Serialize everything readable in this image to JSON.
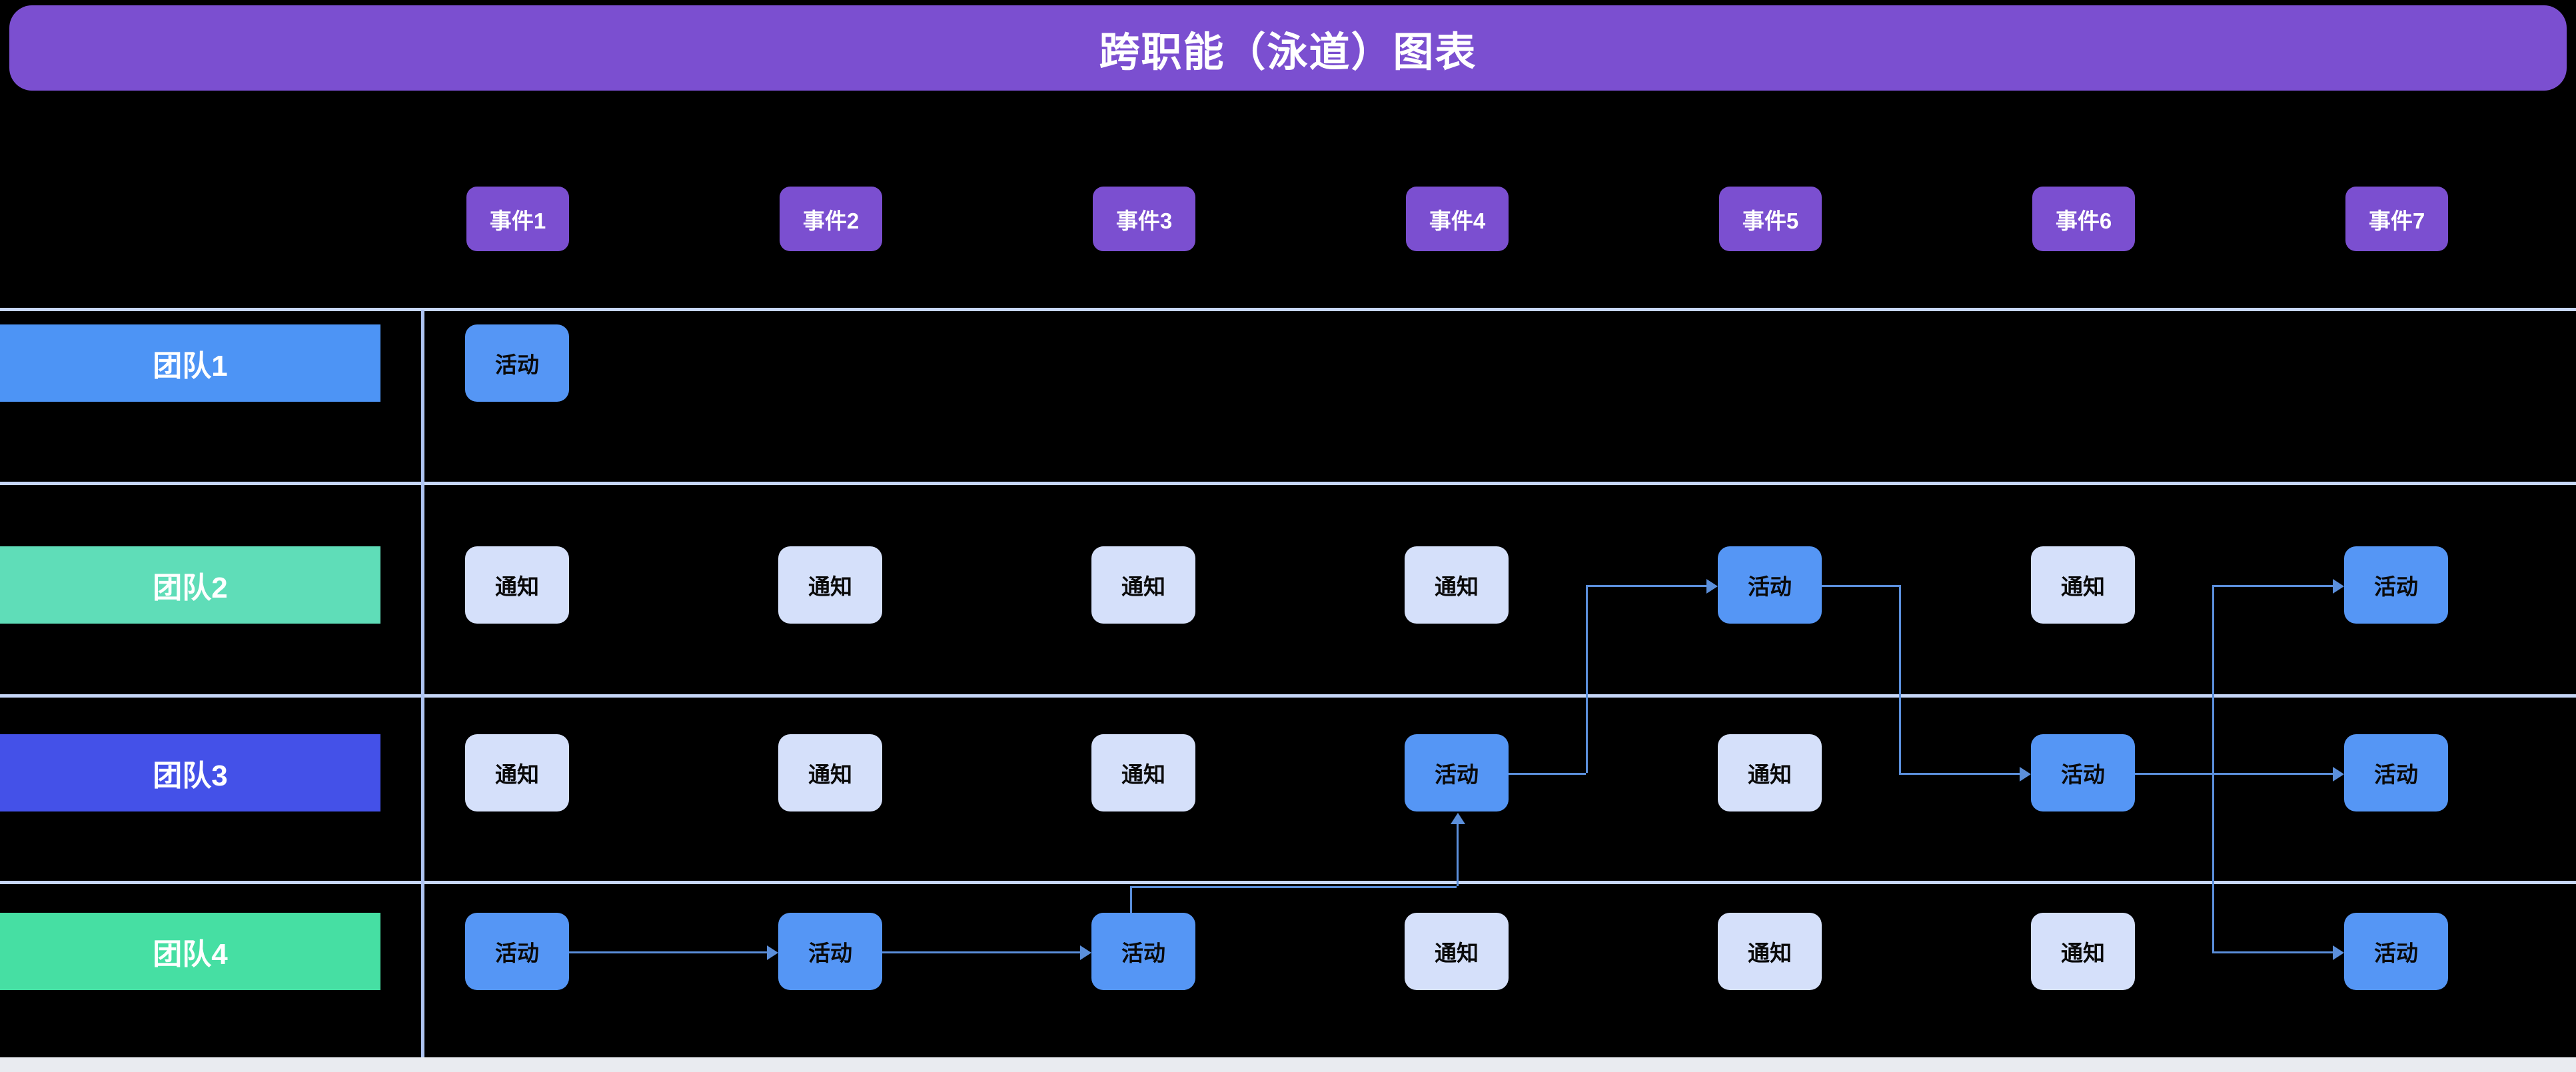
{
  "chart_data": {
    "type": "table",
    "title": "跨职能（泳道）图表",
    "xlabel": "",
    "ylabel": "",
    "categories": [
      "事件1",
      "事件2",
      "事件3",
      "事件4",
      "事件5",
      "事件6",
      "事件7"
    ],
    "lanes": [
      "团队1",
      "团队2",
      "团队3",
      "团队4"
    ],
    "cell_values": [
      [
        "活动",
        "",
        "",
        "",
        "",
        "",
        ""
      ],
      [
        "通知",
        "通知",
        "通知",
        "通知",
        "活动",
        "通知",
        "活动"
      ],
      [
        "通知",
        "通知",
        "通知",
        "活动",
        "通知",
        "活动",
        "活动"
      ],
      [
        "活动",
        "活动",
        "活动",
        "通知",
        "通知",
        "通知",
        "活动"
      ]
    ],
    "flows": [
      {
        "from": "团队4/事件1",
        "to": "团队4/事件2"
      },
      {
        "from": "团队4/事件2",
        "to": "团队4/事件3"
      },
      {
        "from": "团队4/事件3",
        "to": "团队3/事件4"
      },
      {
        "from": "团队3/事件4",
        "to": "团队2/事件5"
      },
      {
        "from": "团队2/事件5",
        "to": "团队3/事件6"
      },
      {
        "from": "团队3/事件6",
        "to": "团队3/事件7"
      },
      {
        "from": "团队3/事件6",
        "to": "团队2/事件7"
      },
      {
        "from": "团队3/事件6",
        "to": "团队4/事件7"
      }
    ]
  },
  "header": {
    "title": "跨职能（泳道）图表"
  },
  "columns": [
    {
      "label": "事件1"
    },
    {
      "label": "事件2"
    },
    {
      "label": "事件3"
    },
    {
      "label": "事件4"
    },
    {
      "label": "事件5"
    },
    {
      "label": "事件6"
    },
    {
      "label": "事件7"
    }
  ],
  "lanes": [
    {
      "label": "团队1",
      "color": "#4D94F5"
    },
    {
      "label": "团队2",
      "color": "#5FDDB8"
    },
    {
      "label": "团队3",
      "color": "#4451E8"
    },
    {
      "label": "团队4",
      "color": "#46DFA3"
    }
  ],
  "legend": {
    "activity_label": "活动",
    "notify_label": "通知"
  },
  "cards": [
    {
      "lane": 0,
      "col": 0,
      "kind": "activity",
      "label": "活动"
    },
    {
      "lane": 1,
      "col": 0,
      "kind": "notify",
      "label": "通知"
    },
    {
      "lane": 1,
      "col": 1,
      "kind": "notify",
      "label": "通知"
    },
    {
      "lane": 1,
      "col": 2,
      "kind": "notify",
      "label": "通知"
    },
    {
      "lane": 1,
      "col": 3,
      "kind": "notify",
      "label": "通知"
    },
    {
      "lane": 1,
      "col": 4,
      "kind": "activity",
      "label": "活动"
    },
    {
      "lane": 1,
      "col": 5,
      "kind": "notify",
      "label": "通知"
    },
    {
      "lane": 1,
      "col": 6,
      "kind": "activity",
      "label": "活动"
    },
    {
      "lane": 2,
      "col": 0,
      "kind": "notify",
      "label": "通知"
    },
    {
      "lane": 2,
      "col": 1,
      "kind": "notify",
      "label": "通知"
    },
    {
      "lane": 2,
      "col": 2,
      "kind": "notify",
      "label": "通知"
    },
    {
      "lane": 2,
      "col": 3,
      "kind": "activity",
      "label": "活动"
    },
    {
      "lane": 2,
      "col": 4,
      "kind": "notify",
      "label": "通知"
    },
    {
      "lane": 2,
      "col": 5,
      "kind": "activity",
      "label": "活动"
    },
    {
      "lane": 2,
      "col": 6,
      "kind": "activity",
      "label": "活动"
    },
    {
      "lane": 3,
      "col": 0,
      "kind": "activity",
      "label": "活动"
    },
    {
      "lane": 3,
      "col": 1,
      "kind": "activity",
      "label": "活动"
    },
    {
      "lane": 3,
      "col": 2,
      "kind": "activity",
      "label": "活动"
    },
    {
      "lane": 3,
      "col": 3,
      "kind": "notify",
      "label": "通知"
    },
    {
      "lane": 3,
      "col": 4,
      "kind": "notify",
      "label": "通知"
    },
    {
      "lane": 3,
      "col": 5,
      "kind": "notify",
      "label": "通知"
    },
    {
      "lane": 3,
      "col": 6,
      "kind": "activity",
      "label": "活动"
    }
  ],
  "colors": {
    "background": "#000000",
    "title_bar": "#7B4FD0",
    "event_pill": "#7B4FD0",
    "activity_card": "#5596F5",
    "notify_card": "#D5E0FA",
    "connector": "#5B8FDB",
    "gridline": "#C7D7F8",
    "footer": "#E9EBF0"
  }
}
